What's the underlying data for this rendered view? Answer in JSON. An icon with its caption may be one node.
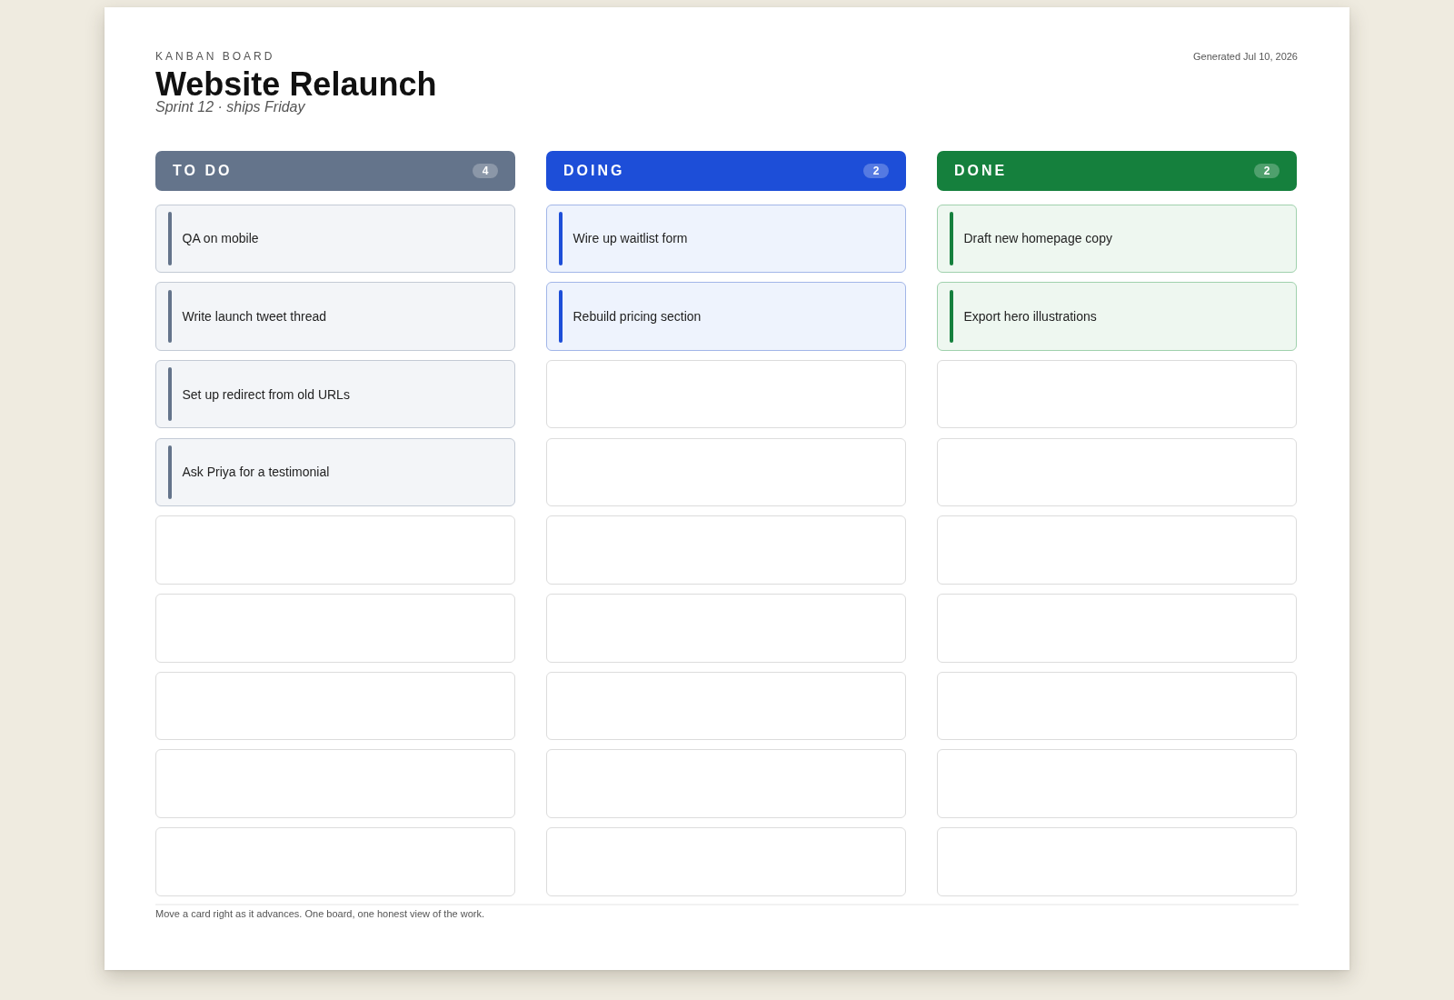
{
  "diagram": {
    "title": "Website Relaunch",
    "nodes": [
      {
        "text": [
          "TO DO",
          "4"
        ]
      },
      {
        "text": [
          "QA on mobile"
        ]
      },
      {
        "text": [
          "Write launch tweet thread"
        ]
      },
      {
        "text": [
          "Set up redirect from old URLs"
        ]
      },
      {
        "text": [
          "Ask Priya for a testimonial"
        ]
      },
      {
        "text": [],
        "shape": "box"
      },
      {
        "text": [],
        "shape": "box"
      },
      {
        "text": [],
        "shape": "box"
      },
      {
        "text": [],
        "shape": "box"
      },
      {
        "text": [],
        "shape": "box"
      },
      {
        "text": [
          "DOING",
          "2"
        ]
      },
      {
        "text": [
          "Wire up waitlist form"
        ]
      },
      {
        "text": [
          "Rebuild pricing section"
        ]
      },
      {
        "text": [],
        "shape": "box"
      },
      {
        "text": [],
        "shape": "box"
      },
      {
        "text": [],
        "shape": "box"
      },
      {
        "text": [],
        "shape": "box"
      },
      {
        "text": [],
        "shape": "box"
      },
      {
        "text": [],
        "shape": "box"
      },
      {
        "text": [],
        "shape": "box"
      },
      {
        "text": [
          "DONE",
          "2"
        ]
      },
      {
        "text": [
          "Draft new homepage copy"
        ]
      },
      {
        "text": [
          "Export hero illustrations"
        ]
      },
      {
        "text": [],
        "shape": "box"
      },
      {
        "text": [],
        "shape": "box"
      },
      {
        "text": [],
        "shape": "box"
      },
      {
        "text": [],
        "shape": "box"
      },
      {
        "text": [],
        "shape": "box"
      },
      {
        "text": [],
        "shape": "box"
      },
      {
        "text": [],
        "shape": "box"
      }
    ],
    "labels": [
      "KANBAN BOARD",
      "Generated Jul 10, 2026",
      "Sprint 12 · ships Friday",
      "Move a card right as it advances. One board, one honest view of the work."
    ]
  }
}
